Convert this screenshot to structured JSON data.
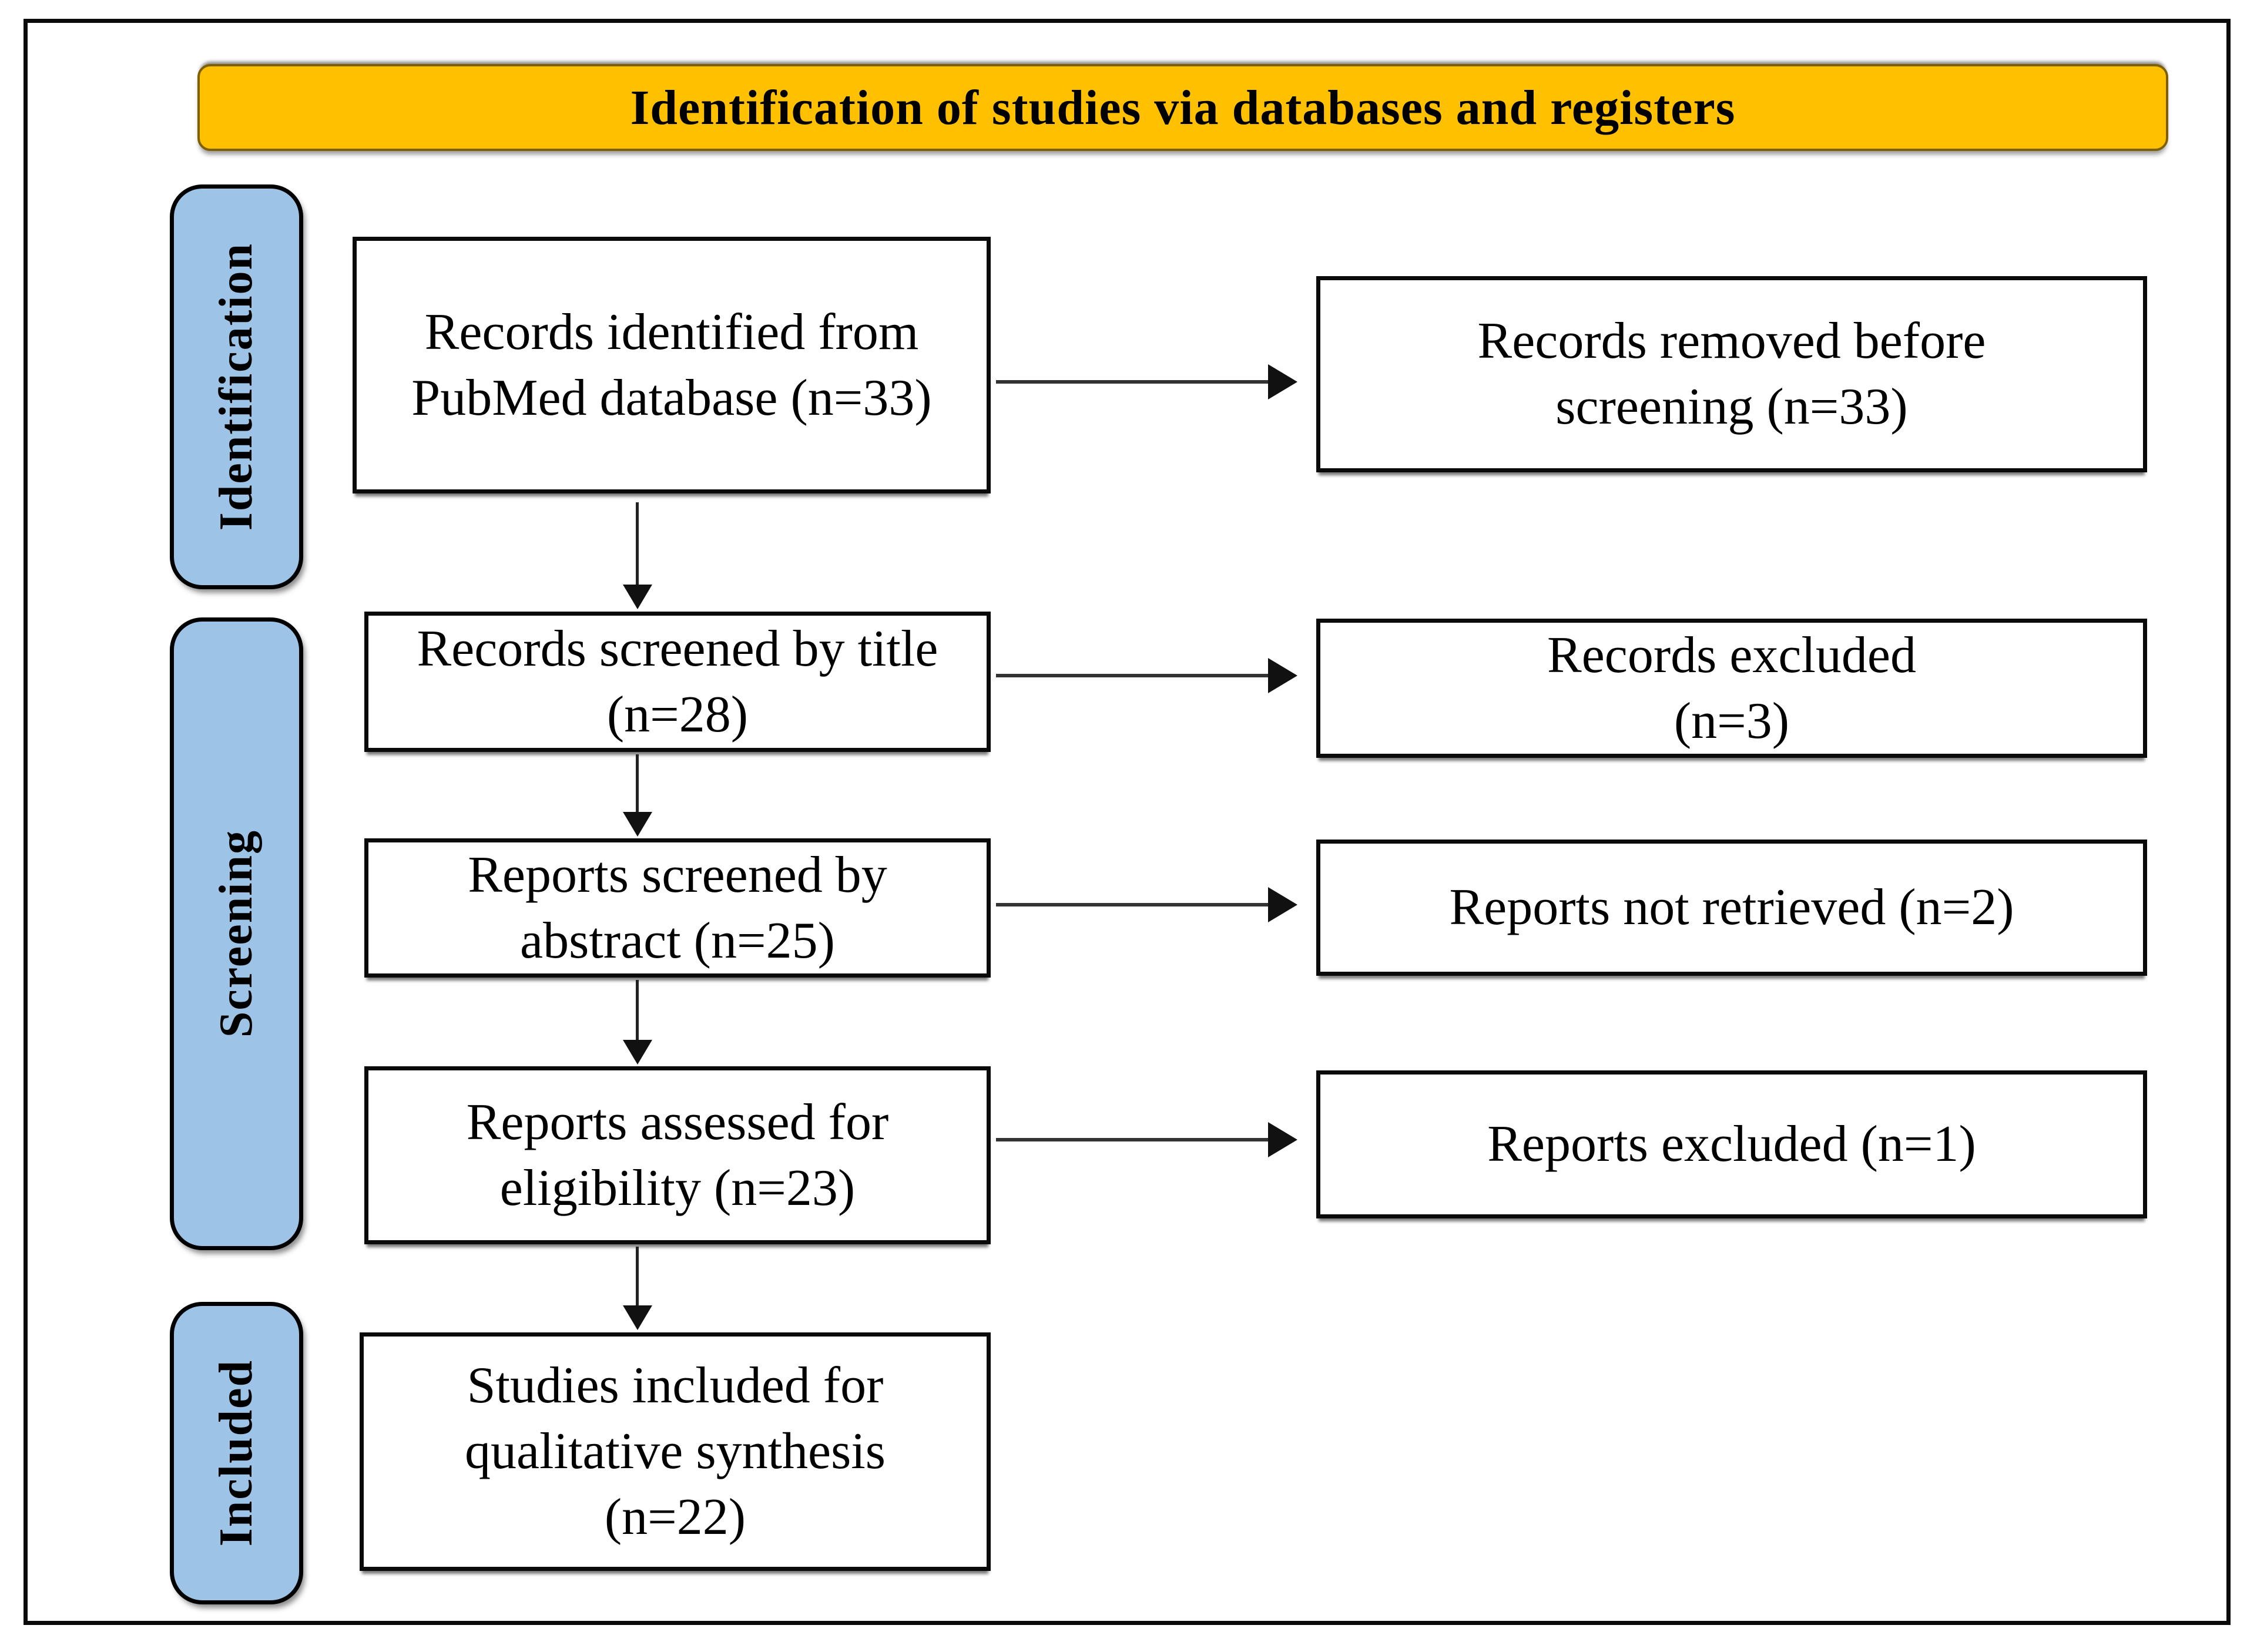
{
  "banner": {
    "title": "Identification of studies via databases and registers",
    "background": "#FFC000",
    "border": "#7F6000"
  },
  "stages": [
    {
      "label": "Identification",
      "background": "#9DC3E6"
    },
    {
      "label": "Screening",
      "background": "#9DC3E6"
    },
    {
      "label": "Included",
      "background": "#9DC3E6"
    }
  ],
  "boxes": {
    "left": [
      {
        "text": "Records identified from\nPubMed database (n=33)",
        "n": 33
      },
      {
        "text": "Records screened by title\n(n=28)",
        "n": 28
      },
      {
        "text": "Reports screened by\nabstract (n=25)",
        "n": 25
      },
      {
        "text": "Reports assessed for\neligibility (n=23)",
        "n": 23
      },
      {
        "text": "Studies included for\nqualitative synthesis\n(n=22)",
        "n": 22
      }
    ],
    "right": [
      {
        "text": "Records removed before\nscreening (n=33)",
        "n": 33
      },
      {
        "text": "Records excluded\n(n=3)",
        "n": 3
      },
      {
        "text": "Reports not retrieved (n=2)",
        "n": 2
      },
      {
        "text": "Reports excluded (n=1)",
        "n": 1
      }
    ]
  },
  "colors": {
    "arrow": "#333333",
    "box_border": "#000000",
    "box_fill": "#FFFFFF",
    "frame_border": "#0A0A0A"
  }
}
